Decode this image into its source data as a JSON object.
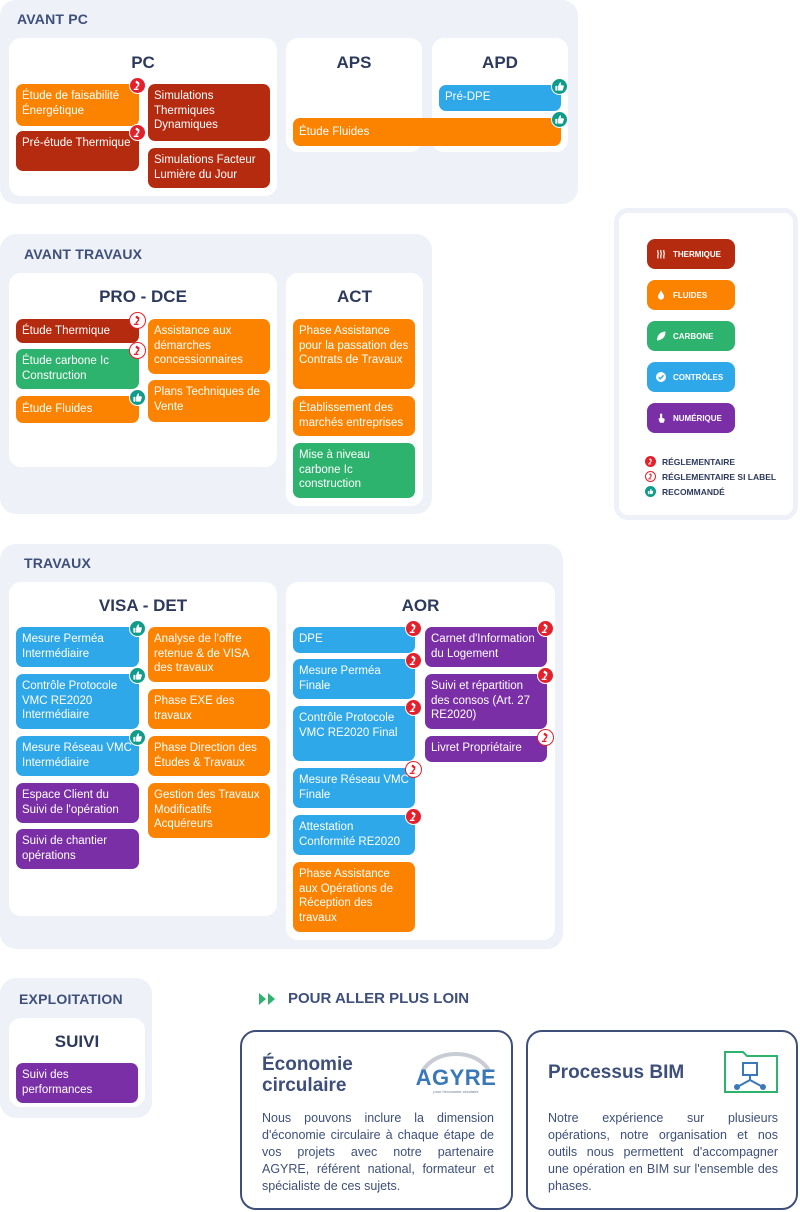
{
  "sections": {
    "avant_pc": "AVANT PC",
    "avant_travaux": "AVANT TRAVAUX",
    "travaux": "TRAVAUX",
    "exploitation": "EXPLOITATION"
  },
  "phases": {
    "pc": "PC",
    "aps": "APS",
    "apd": "APD",
    "pro_dce": "PRO - DCE",
    "act": "ACT",
    "visa_det": "VISA - DET",
    "aor": "AOR",
    "suivi": "SUIVI"
  },
  "cards": {
    "pc_faisabilite": "Étude de faisabilité Énergétique",
    "pc_pre_etude": "Pré-étude Thermique",
    "pc_std": "Simulations Thermiques Dynamiques",
    "pc_flj": "Simulations Facteur Lumière du Jour",
    "apd_pre_dpe": "Pré-DPE",
    "aps_fluides": "Étude Fluides",
    "pro_thermique": "Étude Thermique",
    "pro_carbone": "Étude carbone Ic Construction",
    "pro_fluides": "Étude Fluides",
    "pro_assistance": "Assistance aux démarches concessionnaires",
    "pro_plans": "Plans Techniques de Vente",
    "act_phase": "Phase Assistance pour la passation des Contrats de Travaux",
    "act_marches": "Établissement des marchés entreprises",
    "act_carbone": "Mise à niveau carbone Ic construction",
    "visa_permea": "Mesure Perméa Intermédiaire",
    "visa_vmc": "Contrôle Protocole VMC RE2020 Intermédiaire",
    "visa_reseau": "Mesure Réseau VMC Intermédiaire",
    "visa_espace": "Espace Client du Suivi de l'opération",
    "visa_suivi": "Suivi de chantier opérations",
    "visa_analyse": "Analyse de l'offre retenue & de VISA des travaux",
    "visa_exe": "Phase EXE des travaux",
    "visa_direction": "Phase Direction des Études & Travaux",
    "visa_gestion": "Gestion des Travaux Modificatifs Acquéreurs",
    "aor_dpe": "DPE",
    "aor_permea": "Mesure Perméa Finale",
    "aor_vmc": "Contrôle  Protocole VMC RE2020 Final",
    "aor_reseau": "Mesure Réseau VMC Finale",
    "aor_attestation": "Attestation Conformité RE2020",
    "aor_phase": "Phase Assistance aux Opérations de Réception des travaux",
    "aor_carnet": "Carnet d'Information du Logement",
    "aor_suivi": "Suivi et répartition des consos (Art. 27 RE2020)",
    "aor_livret": "Livret Propriétaire",
    "suivi_perf": "Suivi des performances"
  },
  "legend": {
    "thermique": "THERMIQUE",
    "fluides": "FLUIDES",
    "carbone": "CARBONE",
    "controles": "CONTRÔLES",
    "numerique": "NUMÉRIQUE",
    "reglementaire": "RÉGLEMENTAIRE",
    "reglementaire_label": "RÉGLEMENTAIRE SI LABEL",
    "recommande": "RECOMMANDÉ"
  },
  "colors": {
    "thermique": "#b52b10",
    "fluides": "#fb8300",
    "carbone": "#2db36e",
    "controles": "#2ea8e8",
    "numerique": "#7a2fa6",
    "reglementaire": "#e3212c",
    "recommande": "#109b8a",
    "navy": "#3e4f7a"
  },
  "more": {
    "title": "POUR ALLER PLUS LOIN",
    "eco_title_1": "Économie",
    "eco_title_2": "circulaire",
    "eco_logo": "AGYRE",
    "eco_logo_sub": "pour l'économie circulaire",
    "eco_text": "Nous pouvons inclure la dimension d'économie circulaire à chaque étape de vos projets avec notre partenaire AGYRE, référent national, formateur et spécialiste de ces sujets.",
    "bim_title": "Processus BIM",
    "bim_text": "Notre expérience sur plusieurs opérations, notre organisation et nos outils nous permettent d'accompagner une opération en BIM sur l'ensemble des phases."
  }
}
